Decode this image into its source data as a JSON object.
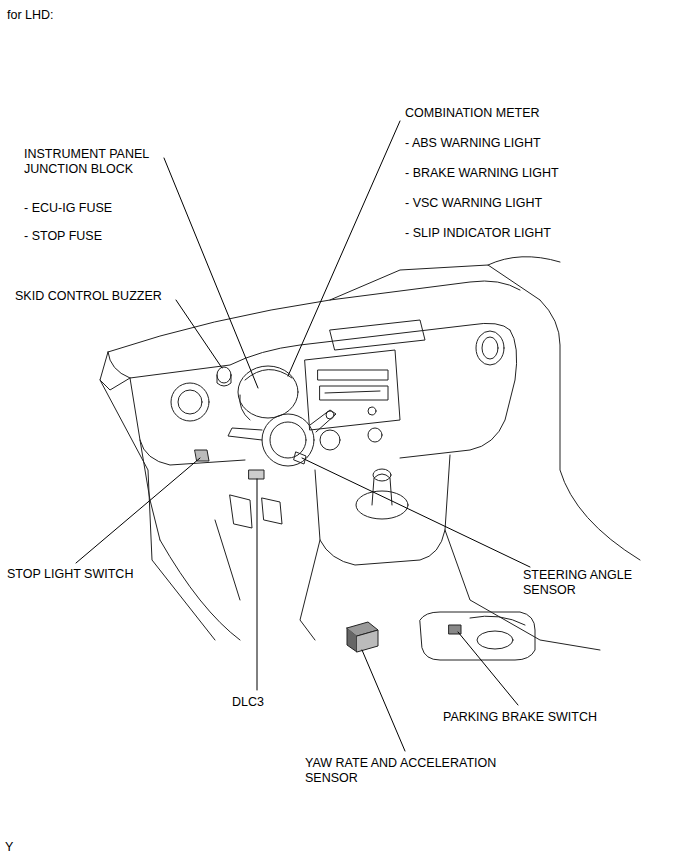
{
  "diagram": {
    "title": "for LHD:",
    "labels": [
      "INSTRUMENT PANEL JUNCTION BLOCK",
      "- ECU-IG FUSE",
      "- STOP FUSE",
      "SKID CONTROL BUZZER",
      "COMBINATION METER",
      "- ABS WARNING LIGHT",
      "- BRAKE WARNING LIGHT",
      "- VSC WARNING LIGHT",
      "- SLIP INDICATOR LIGHT",
      "STOP LIGHT SWITCH",
      "STEERING ANGLE SENSOR",
      "DLC3",
      "PARKING BRAKE SWITCH",
      "YAW RATE AND ACCELERATION SENSOR",
      "Y"
    ]
  }
}
